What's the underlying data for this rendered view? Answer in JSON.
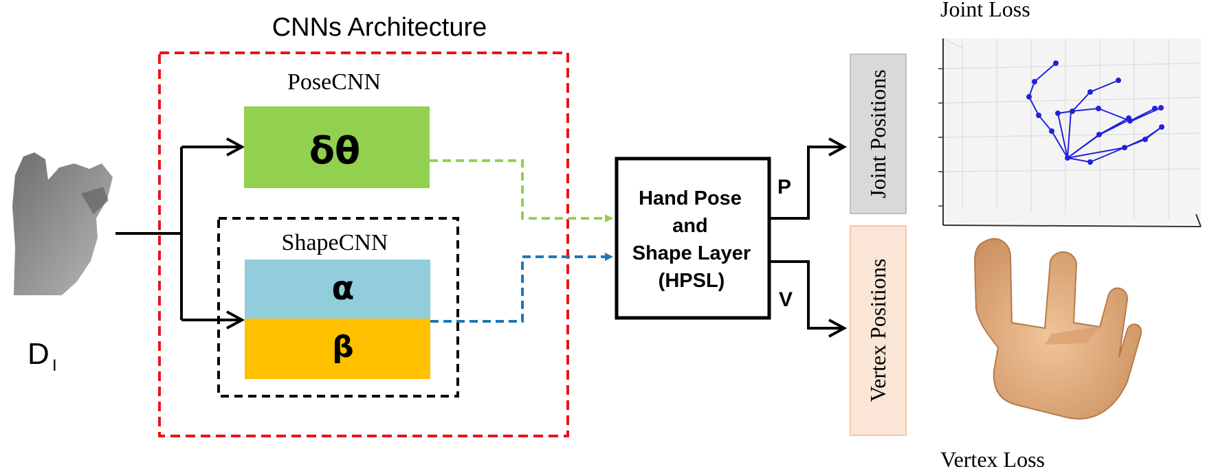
{
  "diagram": {
    "title": "CNNs Architecture",
    "input": {
      "label": "D",
      "subscript": "I"
    },
    "pose_cnn": {
      "label": "PoseCNN",
      "symbol": "δθ"
    },
    "shape_cnn": {
      "label": "ShapeCNN",
      "alpha": "α",
      "beta": "β"
    },
    "hpsl": {
      "line1": "Hand Pose",
      "line2": "and",
      "line3": "Shape Layer",
      "line4": "(HPSL)"
    },
    "outputs": {
      "p_label": "P",
      "v_label": "V",
      "joint_positions": "Joint Positions",
      "vertex_positions": "Vertex Positions"
    },
    "losses": {
      "joint_loss": "Joint Loss",
      "vertex_loss": "Vertex Loss"
    }
  },
  "colors": {
    "cnn_border": "#e8141b",
    "pose_green": "#92d050",
    "alpha_blue": "#92cddc",
    "beta_orange": "#ffc000",
    "pose_arrow": "#92d050",
    "shape_arrow": "#1f77b4",
    "joint_box": "#d9d9d9",
    "vertex_box": "#fbe5d6",
    "skeleton": "#2222dd",
    "hand_mesh": "#e9b586"
  }
}
